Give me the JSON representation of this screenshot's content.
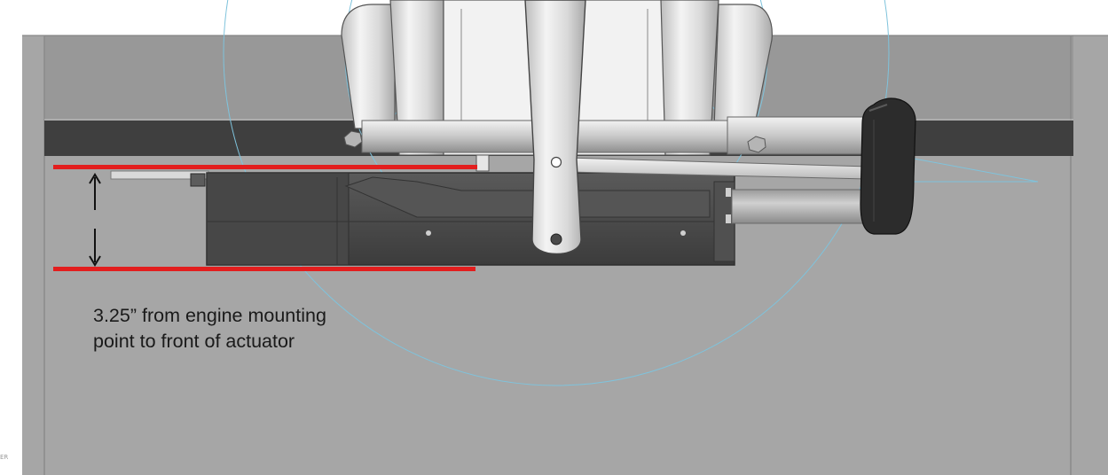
{
  "annotation": {
    "line1": "3.25” from engine mounting",
    "line2": "point to front of actuator"
  },
  "corner_mark": "ER",
  "colors": {
    "background": "#ffffff",
    "panel_outer": "#a6a6a6",
    "panel_top": "#989898",
    "dark_band": "#3f3f3f",
    "actuator_body": "#4a4a4a",
    "engine_metal": "#e9e9e9",
    "knob": "#2c2c2c",
    "measure_line": "#e31e1e",
    "guide_circle": "#7fc3dc"
  },
  "icons": [
    "dimension-arrow-icon"
  ]
}
